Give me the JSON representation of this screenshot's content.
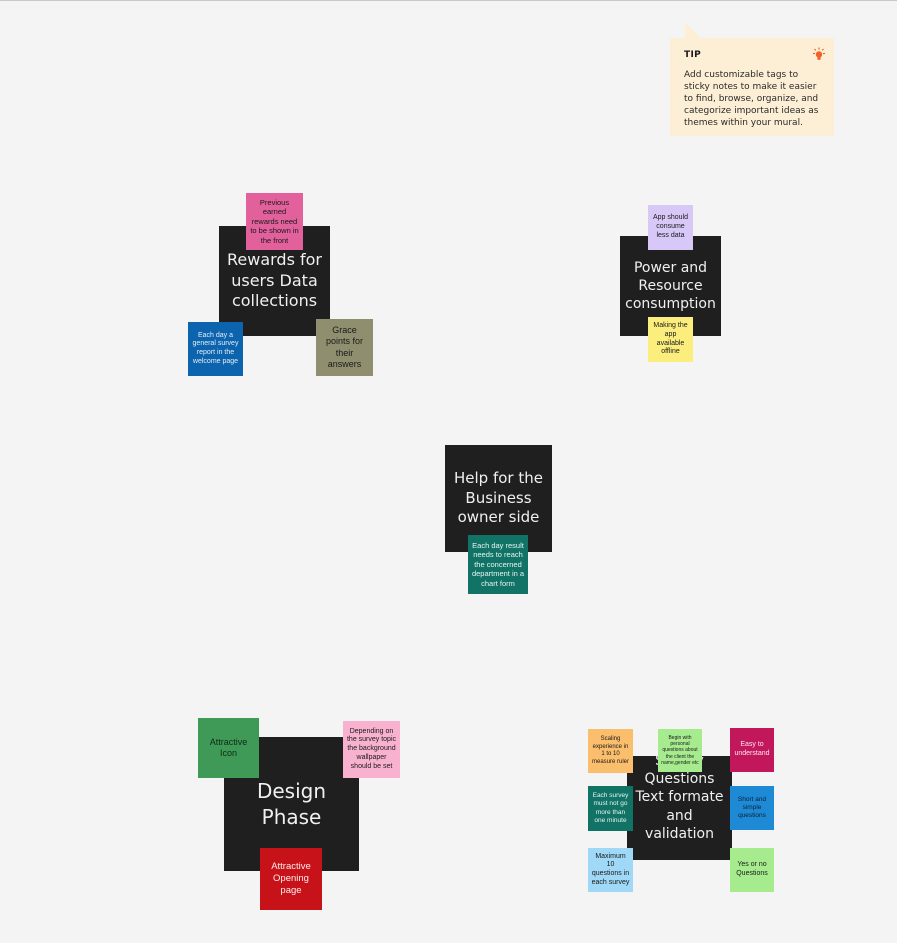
{
  "tip": {
    "title": "TIP",
    "body": "Add customizable tags to sticky notes to make it easier to find, browse, organize, and categorize important ideas as themes within your mural.",
    "icon": "lightbulb-icon"
  },
  "headings": [
    {
      "id": "rewards",
      "text": "Rewards for users Data collections"
    },
    {
      "id": "power",
      "text": "Power and Resource consumption"
    },
    {
      "id": "help",
      "text": "Help for the Business owner side"
    },
    {
      "id": "design",
      "text": "Design Phase"
    },
    {
      "id": "survey",
      "text": "Survey Questions Text formate and validation"
    }
  ],
  "notes": [
    {
      "id": "previous-rewards",
      "text": "Previous earned rewards need to be shown in the front",
      "color": "#e2609c"
    },
    {
      "id": "daily-survey-report",
      "text": "Each day a general survey report in the welcome page",
      "color": "#0b64ad"
    },
    {
      "id": "grace-points",
      "text": "Grace points for their answers",
      "color": "#8f8f70"
    },
    {
      "id": "consume-less-data",
      "text": "App should consume less data",
      "color": "#d7c8f8"
    },
    {
      "id": "available-offline",
      "text": "Making the app available offline",
      "color": "#fbee7c"
    },
    {
      "id": "daily-result",
      "text": "Each day result needs to reach the concerned department in a chart form",
      "color": "#117266"
    },
    {
      "id": "attractive-icon",
      "text": "Attractive Icon",
      "color": "#3f9a57"
    },
    {
      "id": "background-wallpaper",
      "text": "Depending on the survey topic the background wallpaper should be set",
      "color": "#f8b2d0"
    },
    {
      "id": "opening-page",
      "text": "Attractive Opening page",
      "color": "#c8121a"
    },
    {
      "id": "scaling-experience",
      "text": "Scaling experience in 1 to 10 measure ruler",
      "color": "#fbbe6c"
    },
    {
      "id": "personal-questions",
      "text": "Begin with personal questions about the client the name,gender etc",
      "color": "#a6ec8e"
    },
    {
      "id": "easy-to-understand",
      "text": "Easy to understand",
      "color": "#c2185b"
    },
    {
      "id": "survey-time",
      "text": "Each survey must not go more than one minute",
      "color": "#117266"
    },
    {
      "id": "short-questions",
      "text": "Short and simple questions",
      "color": "#1e8ad6"
    },
    {
      "id": "max-questions",
      "text": "Maximum 10 questions in each survey",
      "color": "#9fd9f7"
    },
    {
      "id": "yes-no-questions",
      "text": "Yes or no Questions",
      "color": "#a6ec8e"
    }
  ]
}
